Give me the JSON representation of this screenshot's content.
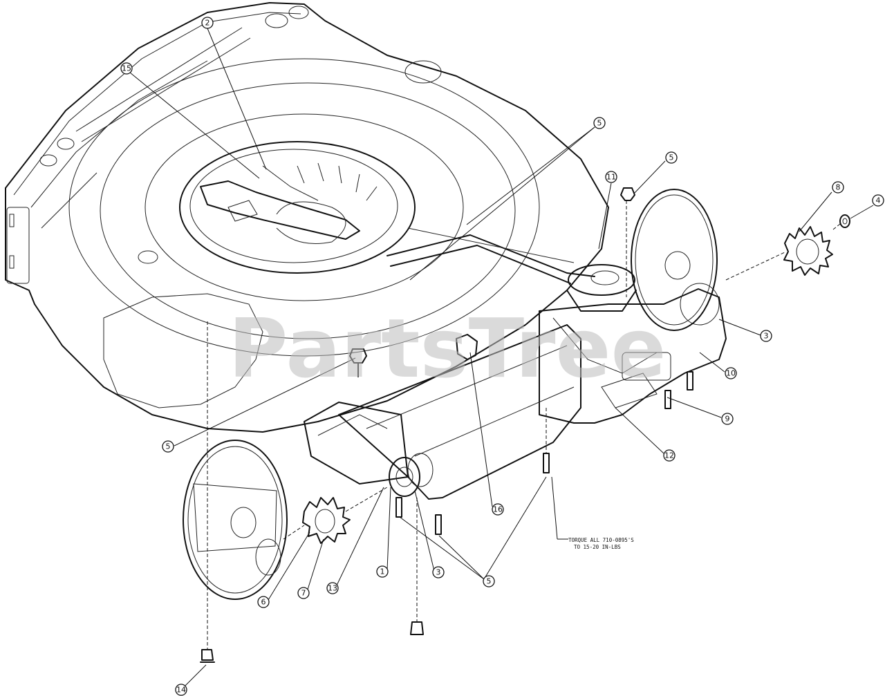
{
  "watermark": "PartsTree",
  "torque_note": {
    "line1": "TORQUE ALL 710-0895'S",
    "line2": "TO 15-20 IN-LBS"
  },
  "callouts": [
    {
      "id": "c2",
      "label": "2"
    },
    {
      "id": "c15",
      "label": "15"
    },
    {
      "id": "c5a",
      "label": "5"
    },
    {
      "id": "c11",
      "label": "11"
    },
    {
      "id": "c5b",
      "label": "5"
    },
    {
      "id": "c8",
      "label": "8"
    },
    {
      "id": "c4",
      "label": "4"
    },
    {
      "id": "c3a",
      "label": "3"
    },
    {
      "id": "c10",
      "label": "10"
    },
    {
      "id": "c9",
      "label": "9"
    },
    {
      "id": "c12",
      "label": "12"
    },
    {
      "id": "c5c",
      "label": "5"
    },
    {
      "id": "c16",
      "label": "16"
    },
    {
      "id": "c6",
      "label": "6"
    },
    {
      "id": "c7",
      "label": "7"
    },
    {
      "id": "c13",
      "label": "13"
    },
    {
      "id": "c1",
      "label": "1"
    },
    {
      "id": "c3b",
      "label": "3"
    },
    {
      "id": "c5d",
      "label": "5"
    },
    {
      "id": "c14",
      "label": "14"
    }
  ]
}
